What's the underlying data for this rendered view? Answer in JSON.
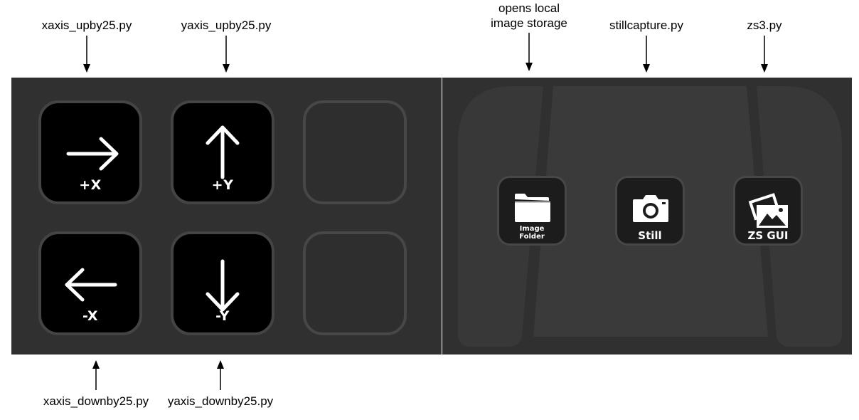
{
  "annotations": {
    "top": [
      {
        "text": "xaxis_upby25.py"
      },
      {
        "text": "yaxis_upby25.py"
      },
      {
        "line1": "opens local",
        "line2": "image storage"
      },
      {
        "text": "stillcapture.py"
      },
      {
        "text": "zs3.py"
      }
    ],
    "bottom": [
      {
        "text": "xaxis_downby25.py"
      },
      {
        "text": "yaxis_downby25.py"
      }
    ]
  },
  "keypad": {
    "keys": [
      {
        "label": "+X",
        "icon": "arrow-right-icon"
      },
      {
        "label": "+Y",
        "icon": "arrow-up-icon"
      },
      {
        "label": "-X",
        "icon": "arrow-left-icon"
      },
      {
        "label": "-Y",
        "icon": "arrow-down-icon"
      }
    ]
  },
  "pedal": {
    "keys": [
      {
        "line1": "Image",
        "line2": "Folder",
        "icon": "folder-icon"
      },
      {
        "label": "Still",
        "icon": "camera-icon"
      },
      {
        "label": "ZS GUI",
        "icon": "images-icon"
      }
    ]
  }
}
